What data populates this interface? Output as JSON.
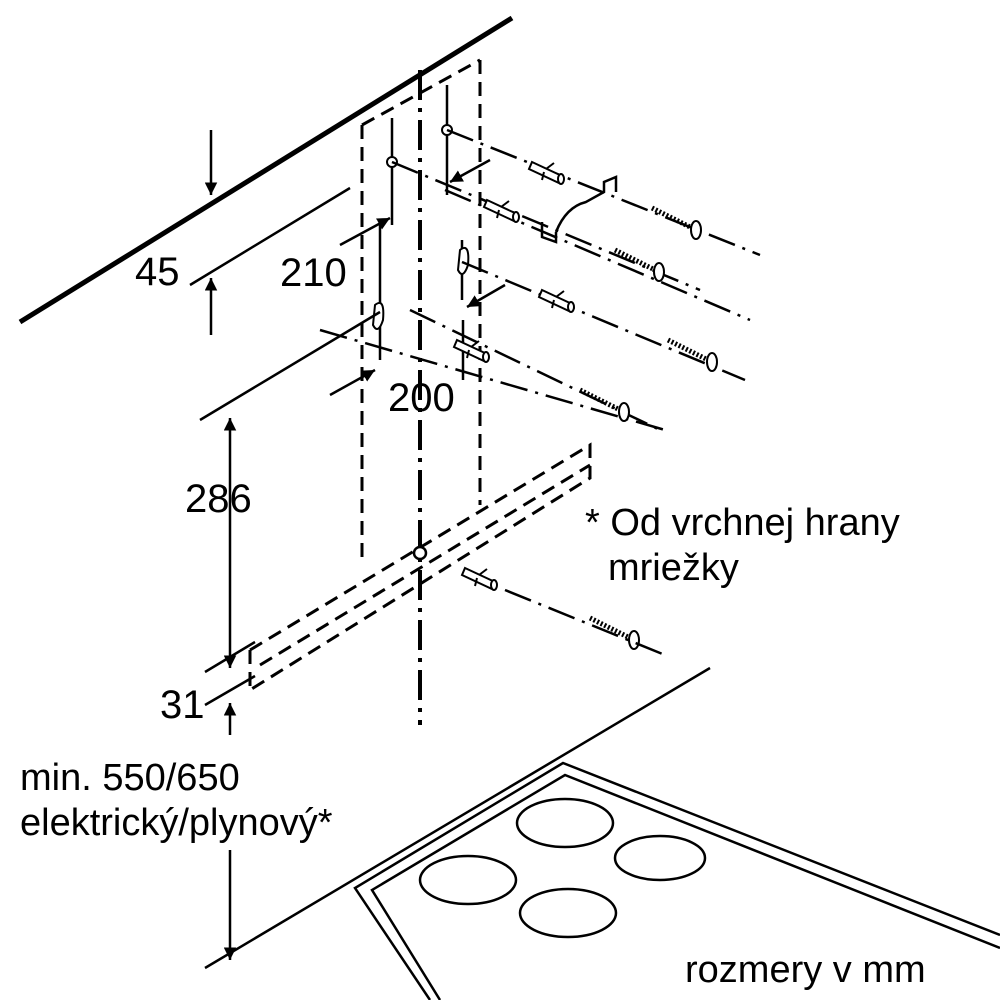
{
  "dimensions": {
    "d45": "45",
    "d210": "210",
    "d200": "200",
    "d286": "286",
    "d31": "31",
    "min_line1": "min. 550/650",
    "min_line2": "elektrický/plynový*"
  },
  "note": {
    "line1": "* Od vrchnej hrany",
    "line2": "mriežky"
  },
  "units": "rozmery v mm"
}
